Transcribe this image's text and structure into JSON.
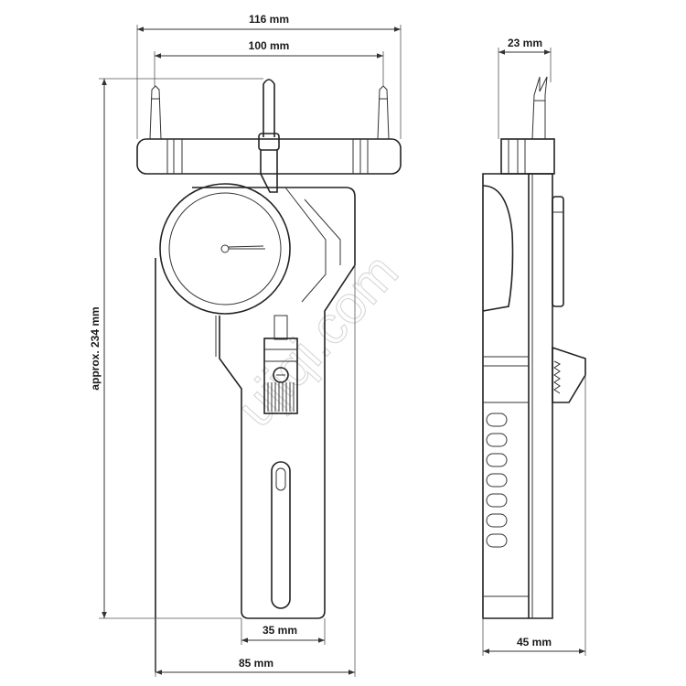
{
  "dimensions": {
    "overall_width": "116 mm",
    "rod_spacing": "100 mm",
    "side_top": "23 mm",
    "height": "approx. 234 mm",
    "slot_width": "35 mm",
    "body_width": "85 mm",
    "side_depth": "45 mm"
  },
  "watermark": "ujiqi.com"
}
